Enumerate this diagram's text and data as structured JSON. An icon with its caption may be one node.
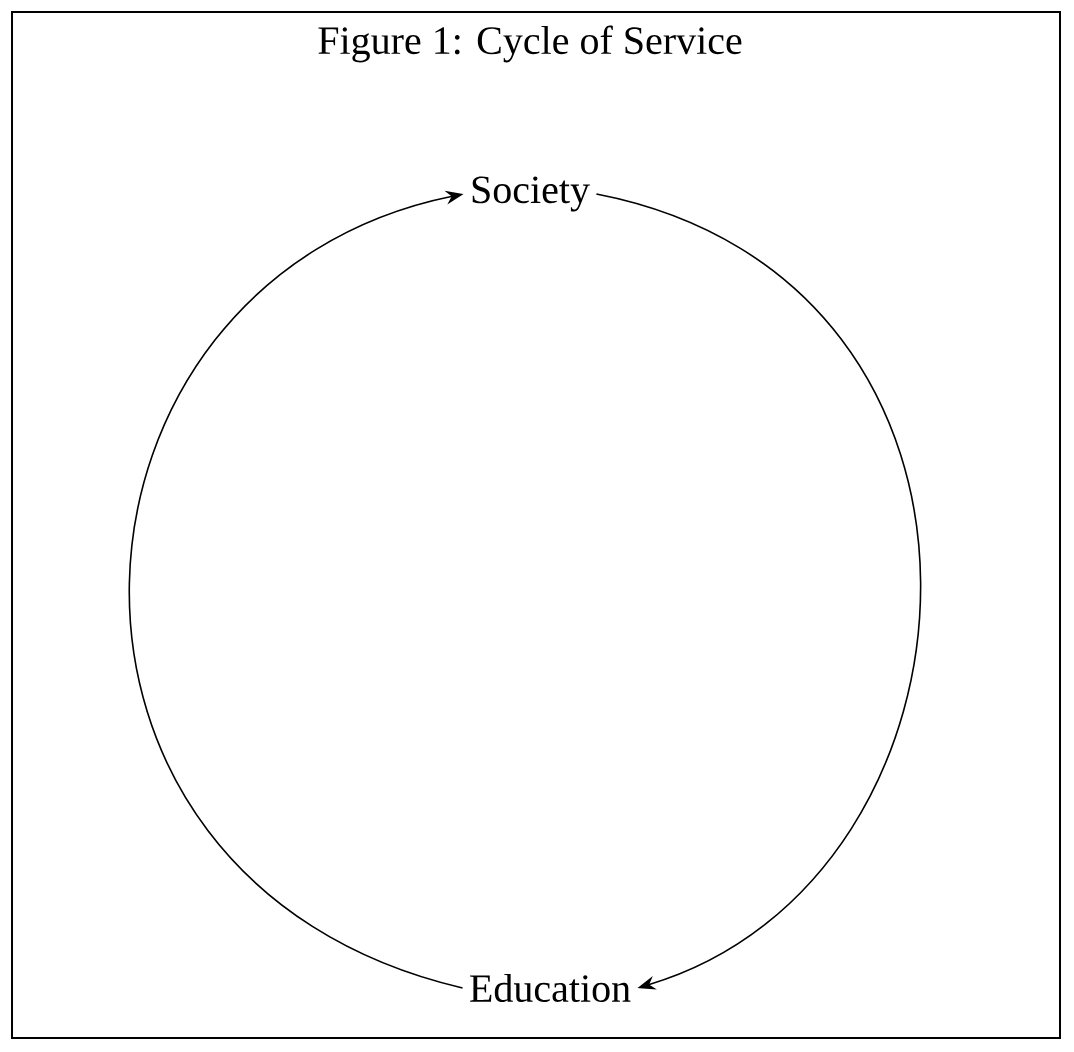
{
  "diagram": {
    "title": "Figure 1: Cycle of Service",
    "nodes": [
      {
        "text": [
          "Society"
        ]
      },
      {
        "text": [
          "Education"
        ]
      }
    ],
    "edges": [
      {
        "from": 0,
        "to": 1,
        "arrow": "to"
      },
      {
        "from": 1,
        "to": 0,
        "arrow": "to"
      }
    ]
  }
}
